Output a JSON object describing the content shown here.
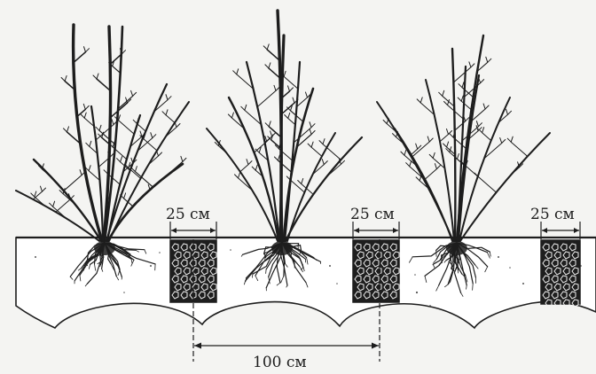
{
  "diagram": {
    "trench_width_label": "25 см",
    "spacing_label": "100 см",
    "bush_count": 3,
    "trench_count": 3,
    "colors": {
      "background": "#f4f4f2",
      "ink": "#1d1d1d",
      "soil_fill": "#ffffff",
      "trench_fill": "#1e1e1e",
      "trench_stones": "#f1f1f1"
    }
  }
}
